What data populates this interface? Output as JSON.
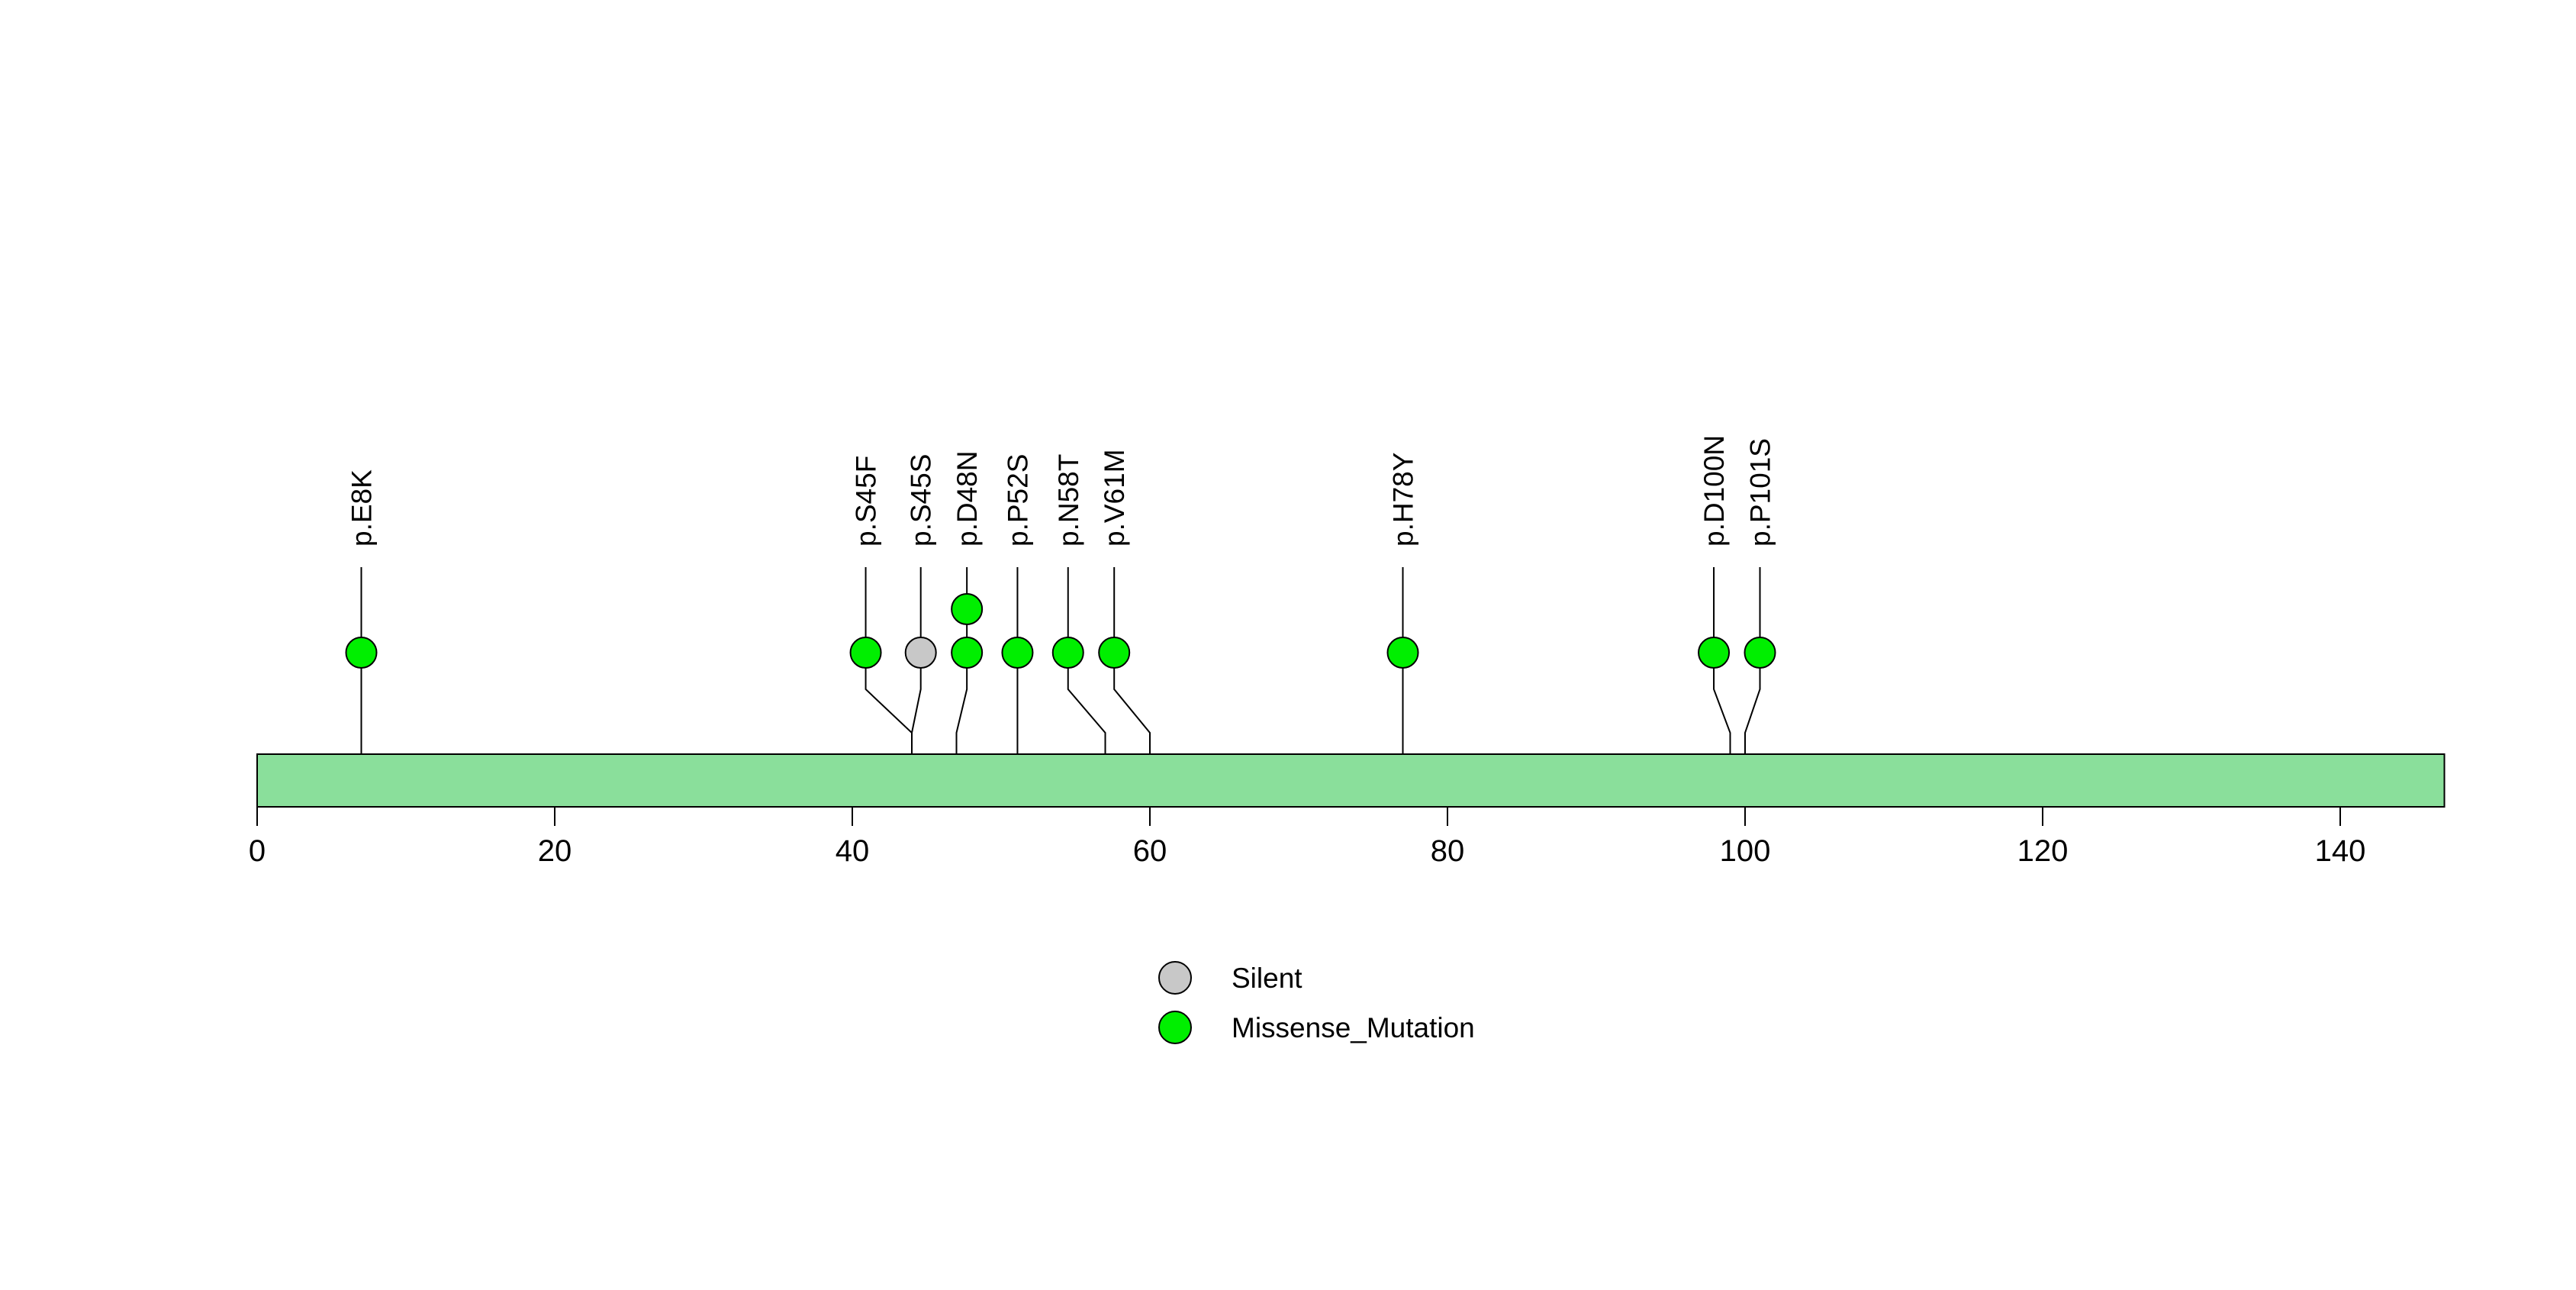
{
  "chart_data": {
    "type": "scatter",
    "variant": "lollipop-mutation-plot",
    "title": "",
    "xlabel": "",
    "ylabel": "",
    "grid": false,
    "x_ticks": [
      0,
      20,
      40,
      60,
      80,
      100,
      120,
      140
    ],
    "x_range": [
      0,
      147
    ],
    "protein_length_aa": 147,
    "backbone_color": "#8adf9b",
    "background_color": "#ffffff",
    "stick_color": "#000000",
    "legend_position": "bottom-center",
    "classes": [
      {
        "name": "Silent",
        "color": "#c8c8c8"
      },
      {
        "name": "Missense_Mutation",
        "color": "#00ef00"
      }
    ],
    "mutations": [
      {
        "label": "p.E8K",
        "position": 8,
        "count": 1,
        "class": "Missense_Mutation",
        "label_slot": 8
      },
      {
        "label": "p.S45F",
        "position": 45,
        "count": 1,
        "class": "Missense_Mutation",
        "label_slot": 41.9
      },
      {
        "label": "p.S45S",
        "position": 45,
        "count": 1,
        "class": "Silent",
        "label_slot": 45.6
      },
      {
        "label": "p.D48N",
        "position": 48,
        "count": 2,
        "class": "Missense_Mutation",
        "label_slot": 48.7
      },
      {
        "label": "p.P52S",
        "position": 52,
        "count": 1,
        "class": "Missense_Mutation",
        "label_slot": 52.1
      },
      {
        "label": "p.N58T",
        "position": 58,
        "count": 1,
        "class": "Missense_Mutation",
        "label_slot": 55.5
      },
      {
        "label": "p.V61M",
        "position": 61,
        "count": 1,
        "class": "Missense_Mutation",
        "label_slot": 58.6
      },
      {
        "label": "p.H78Y",
        "position": 78,
        "count": 1,
        "class": "Missense_Mutation",
        "label_slot": 78
      },
      {
        "label": "p.D100N",
        "position": 100,
        "count": 1,
        "class": "Missense_Mutation",
        "label_slot": 98.9
      },
      {
        "label": "p.P101S",
        "position": 101,
        "count": 1,
        "class": "Missense_Mutation",
        "label_slot": 102
      }
    ],
    "legend": [
      {
        "label": "Silent",
        "color": "#c8c8c8"
      },
      {
        "label": "Missense_Mutation",
        "color": "#00ef00"
      }
    ]
  }
}
